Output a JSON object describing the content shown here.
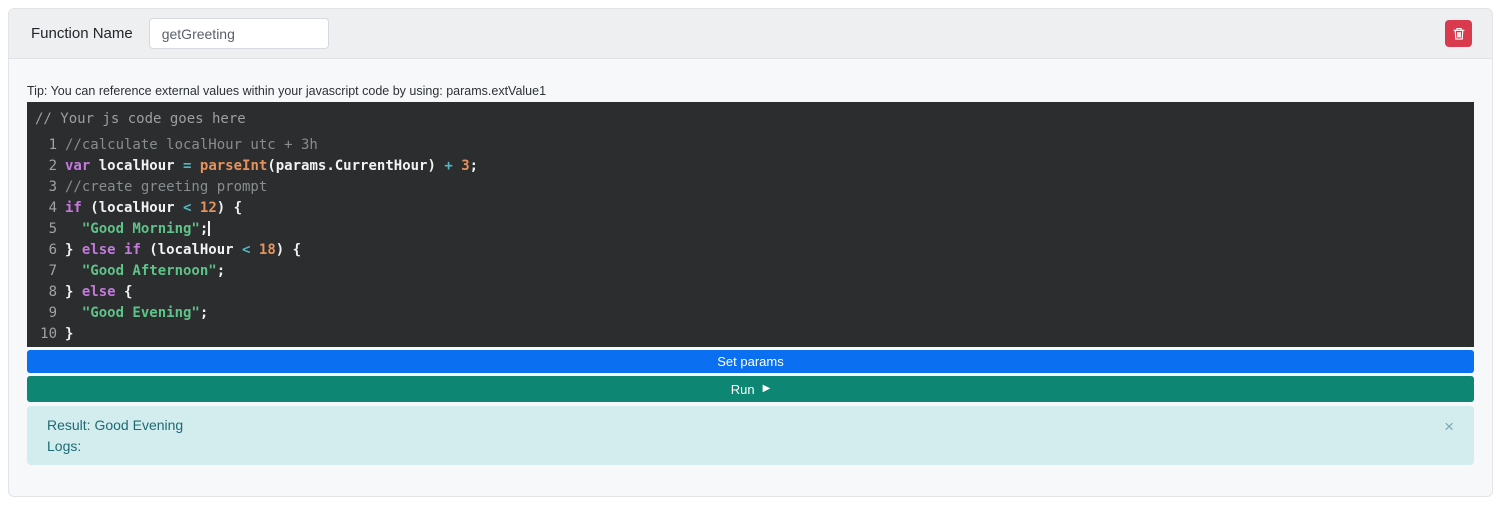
{
  "header": {
    "function_name_label": "Function Name",
    "function_name_value": "getGreeting"
  },
  "tip": "Tip: You can reference external values within your javascript code by using: params.extValue1",
  "editor": {
    "placeholder_comment": "// Your js code goes here",
    "lines": [
      {
        "num": "1",
        "tokens": [
          {
            "t": "//calculate localHour utc + 3h",
            "c": "comment"
          }
        ]
      },
      {
        "num": "2",
        "tokens": [
          {
            "t": "var",
            "c": "keyword"
          },
          {
            "t": " localHour ",
            "c": "plain"
          },
          {
            "t": "=",
            "c": "operator"
          },
          {
            "t": " ",
            "c": "plain"
          },
          {
            "t": "parseInt",
            "c": "func"
          },
          {
            "t": "(params.CurrentHour)",
            "c": "plain"
          },
          {
            "t": " ",
            "c": "plain"
          },
          {
            "t": "+",
            "c": "operator"
          },
          {
            "t": " ",
            "c": "plain"
          },
          {
            "t": "3",
            "c": "number"
          },
          {
            "t": ";",
            "c": "plain"
          }
        ]
      },
      {
        "num": "3",
        "tokens": [
          {
            "t": "//create greeting prompt",
            "c": "comment"
          }
        ]
      },
      {
        "num": "4",
        "tokens": [
          {
            "t": "if",
            "c": "keyword"
          },
          {
            "t": " (localHour ",
            "c": "plain"
          },
          {
            "t": "<",
            "c": "operator"
          },
          {
            "t": " ",
            "c": "plain"
          },
          {
            "t": "12",
            "c": "number"
          },
          {
            "t": ") {",
            "c": "plain"
          }
        ]
      },
      {
        "num": "5",
        "tokens": [
          {
            "t": "  ",
            "c": "plain"
          },
          {
            "t": "\"Good Morning\"",
            "c": "string"
          },
          {
            "t": ";",
            "c": "plain"
          },
          {
            "t": "",
            "c": "caret"
          }
        ]
      },
      {
        "num": "6",
        "tokens": [
          {
            "t": "} ",
            "c": "plain"
          },
          {
            "t": "else",
            "c": "keyword"
          },
          {
            "t": " ",
            "c": "plain"
          },
          {
            "t": "if",
            "c": "keyword"
          },
          {
            "t": " (localHour ",
            "c": "plain"
          },
          {
            "t": "<",
            "c": "operator"
          },
          {
            "t": " ",
            "c": "plain"
          },
          {
            "t": "18",
            "c": "number"
          },
          {
            "t": ") {",
            "c": "plain"
          }
        ]
      },
      {
        "num": "7",
        "tokens": [
          {
            "t": "  ",
            "c": "plain"
          },
          {
            "t": "\"Good Afternoon\"",
            "c": "string"
          },
          {
            "t": ";",
            "c": "plain"
          }
        ]
      },
      {
        "num": "8",
        "tokens": [
          {
            "t": "} ",
            "c": "plain"
          },
          {
            "t": "else",
            "c": "keyword"
          },
          {
            "t": " {",
            "c": "plain"
          }
        ]
      },
      {
        "num": "9",
        "tokens": [
          {
            "t": "  ",
            "c": "plain"
          },
          {
            "t": "\"Good Evening\"",
            "c": "string"
          },
          {
            "t": ";",
            "c": "plain"
          }
        ]
      },
      {
        "num": "10",
        "tokens": [
          {
            "t": "}",
            "c": "plain"
          }
        ]
      }
    ]
  },
  "buttons": {
    "set_params_label": "Set params",
    "run_label": "Run"
  },
  "result": {
    "result_text": "Result: Good Evening",
    "logs_text": "Logs:"
  },
  "icons": {
    "play": "▶",
    "close": "×",
    "trash": "css-svg-shape"
  },
  "colors": {
    "accent-blue": "#0a6ff0",
    "accent-teal": "#0e8674",
    "danger-red": "#d93a4e",
    "header-bg": "#edeff1",
    "card-border": "#e2e4e8",
    "editor-bg": "#2b2d2e",
    "code-plain": "#f1f2f3",
    "code-comment": "#888d8f",
    "code-keyword": "#c678dd",
    "code-operator": "#56b6c2",
    "code-number": "#e5925c",
    "code-string": "#5ec389",
    "result-bg": "#d3ecee",
    "result-text": "#1d6b74"
  }
}
